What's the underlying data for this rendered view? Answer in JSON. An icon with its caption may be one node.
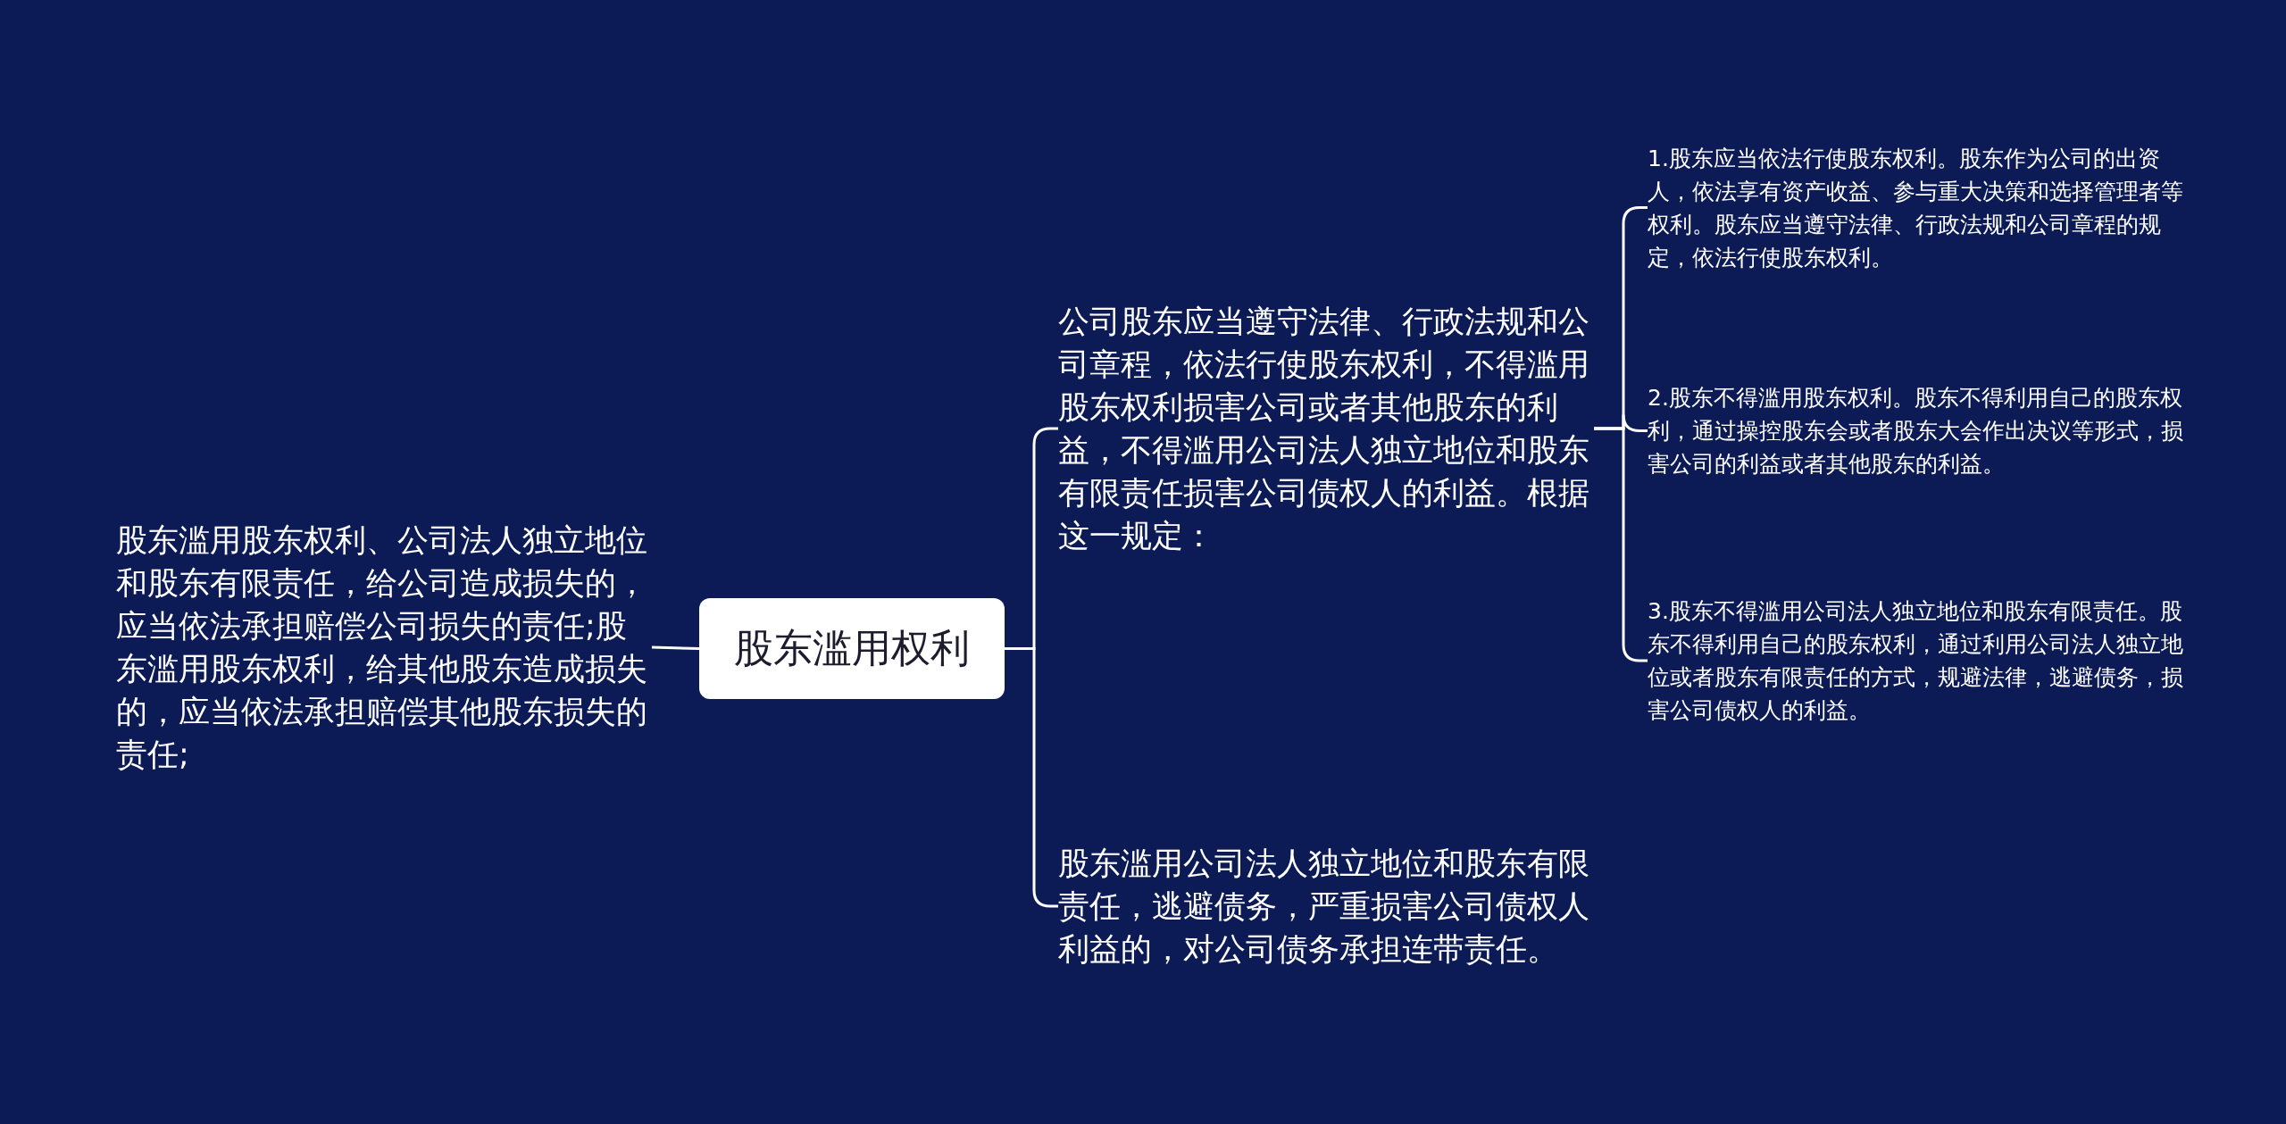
{
  "diagram": {
    "nodes": [
      {
        "text": [
          "股东滥用权利"
        ]
      },
      {
        "text": [
          "股东滥用股东权利、公司法人独立地位和股东有限责任，给公司造成损失的，应当依法承担赔偿公司损失的责任;股东滥用股东权利，给其他股东造成损失的，应当依法承担赔偿其他股东损失的责任;"
        ]
      },
      {
        "text": [
          "公司股东应当遵守法律、行政法规和公司章程，依法行使股东权利，不得滥用股东权利损害公司或者其他股东的利益，不得滥用公司法人独立地位和股东有限责任损害公司债权人的利益。根据这一规定："
        ]
      },
      {
        "text": [
          "股东滥用公司法人独立地位和股东有限责任，逃避债务，严重损害公司债权人利益的，对公司债务承担连带责任。"
        ]
      },
      {
        "text": [
          "1.股东应当依法行使股东权利。股东作为公司的出资人，依法享有资产收益、参与重大决策和选择管理者等权利。股东应当遵守法律、行政法规和公司章程的规定，依法行使股东权利。"
        ]
      },
      {
        "text": [
          "2.股东不得滥用股东权利。股东不得利用自己的股东权利，通过操控股东会或者股东大会作出决议等形式，损害公司的利益或者其他股东的利益。"
        ]
      },
      {
        "text": [
          "3.股东不得滥用公司法人独立地位和股东有限责任。股东不得利用自己的股东权利，通过利用公司法人独立地位或者股东有限责任的方式，规避法律，逃避债务，损害公司债权人的利益。"
        ]
      }
    ],
    "edges": [
      {
        "from": 0,
        "to": 1,
        "arrow": "none"
      },
      {
        "from": 0,
        "to": 2,
        "arrow": "none"
      },
      {
        "from": 0,
        "to": 3,
        "arrow": "none"
      },
      {
        "from": 2,
        "to": 4,
        "arrow": "none"
      },
      {
        "from": 2,
        "to": 5,
        "arrow": "none"
      },
      {
        "from": 2,
        "to": 6,
        "arrow": "none"
      }
    ]
  }
}
